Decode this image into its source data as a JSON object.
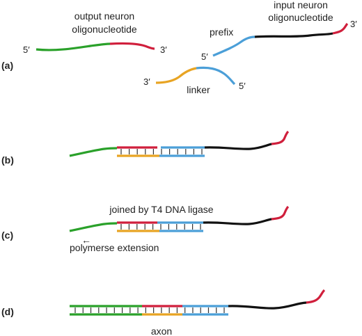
{
  "colors": {
    "green": "#2aa12a",
    "red": "#d01f3c",
    "black": "#111111",
    "blue": "#4b9fd8",
    "orange": "#e8a423",
    "rung": "#333333"
  },
  "panel_a": {
    "letter": "(a)",
    "output_label_line1": "output neuron",
    "output_label_line2": "oligonucleotide",
    "output_5": "5′",
    "output_3": "3′",
    "prefix_label": "prefix",
    "input_label_line1": "input neuron",
    "input_label_line2": "oligonucleotide",
    "input_5": "5′",
    "input_3": "3′",
    "linker_label": "linker",
    "linker_3": "3′",
    "linker_5": "5′"
  },
  "panel_b": {
    "letter": "(b)"
  },
  "panel_c": {
    "letter": "(c)",
    "ligase_label": "joined by T4 DNA ligase",
    "arrow_symbol": "←",
    "extension_label": "polymerse extension"
  },
  "panel_d": {
    "letter": "(d)",
    "axon_label": "axon"
  }
}
